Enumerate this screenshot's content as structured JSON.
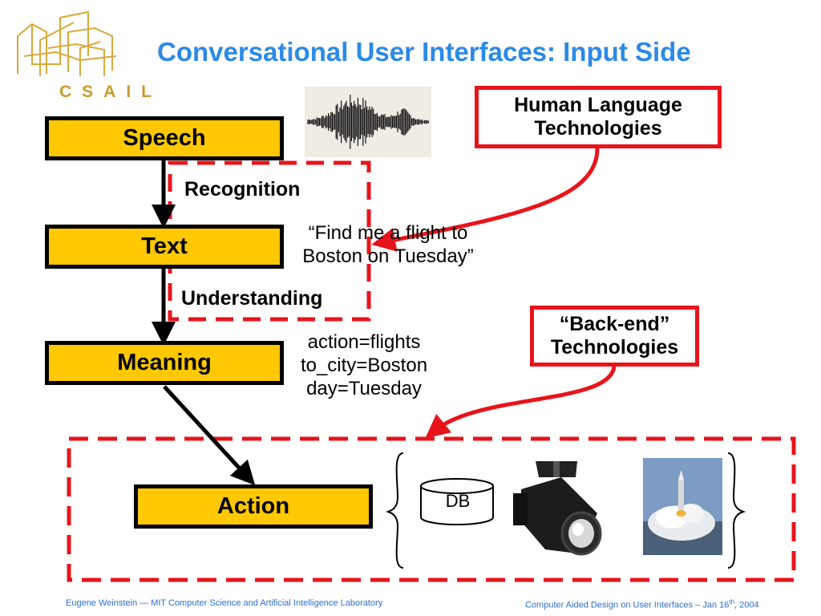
{
  "slide": {
    "title": "Conversational User Interfaces: Input Side",
    "logo_text": "CSAIL"
  },
  "pipeline": {
    "speech": "Speech",
    "text": "Text",
    "meaning": "Meaning",
    "action": "Action",
    "recognition": "Recognition",
    "understanding": "Understanding"
  },
  "example": {
    "quote_line1": "“Find me a flight to",
    "quote_line2": "Boston on Tuesday”",
    "meaning_line1": "action=flights",
    "meaning_line2": "to_city=Boston",
    "meaning_line3": "day=Tuesday"
  },
  "callouts": {
    "hlt_line1": "Human Language",
    "hlt_line2": "Technologies",
    "backend_line1": "“Back-end”",
    "backend_line2": "Technologies"
  },
  "backend_items": {
    "db_label": "DB"
  },
  "footer": {
    "left": "Eugene Weinstein — MIT Computer Science and Artificial Intelligence Laboratory",
    "right_main": "Computer Aided Design on User Interfaces – Jan 16",
    "right_sup": "th",
    "right_end": ", 2004"
  },
  "colors": {
    "title": "#2b8ae6",
    "stage_fill": "#ffc800",
    "callout_red": "#e8141b",
    "logo": "#c99a2e"
  }
}
